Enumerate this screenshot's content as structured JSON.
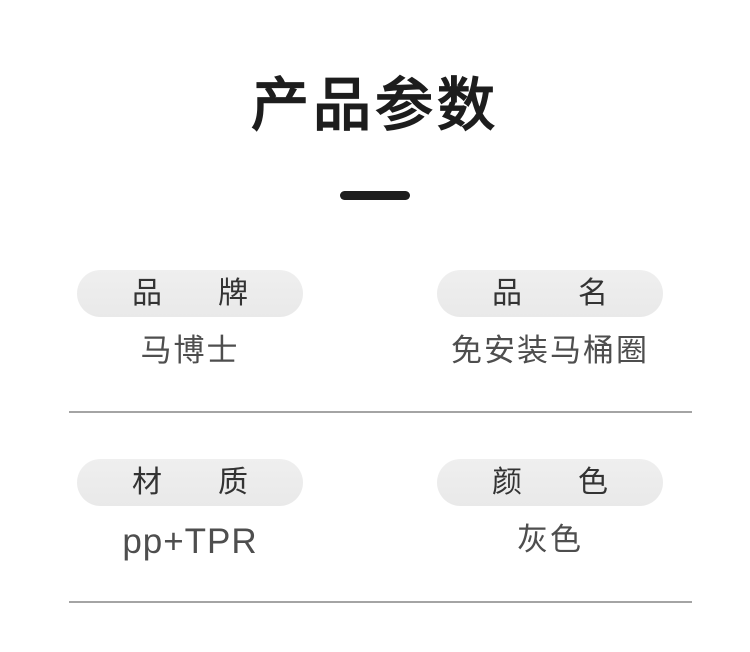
{
  "page": {
    "title": "产品参数"
  },
  "parameters": [
    {
      "label": "品牌",
      "value": "马博士"
    },
    {
      "label": "品名",
      "value": "免安装马桶圈"
    },
    {
      "label": "材质",
      "value": "pp+TPR"
    },
    {
      "label": "颜色",
      "value": "灰色"
    }
  ],
  "colors": {
    "title_text": "#1d1d1d",
    "pill_background": "#ececec",
    "pill_text": "#333333",
    "value_text": "#4e4e4e",
    "divider": "#a4a4a4",
    "page_background": "#ffffff"
  }
}
